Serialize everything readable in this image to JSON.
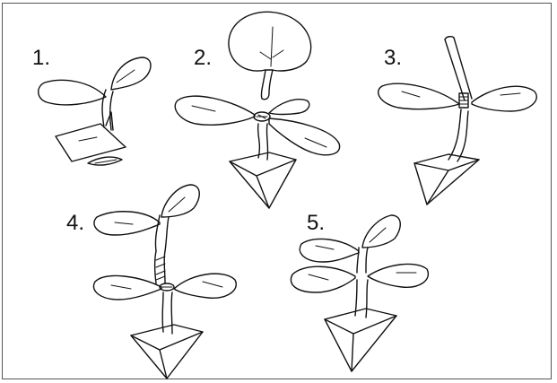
{
  "colors": {
    "ink": "#111111",
    "background": "#ffffff",
    "frame": "#555555"
  },
  "steps": [
    {
      "label": "1."
    },
    {
      "label": "2."
    },
    {
      "label": "3."
    },
    {
      "label": "4."
    },
    {
      "label": "5."
    }
  ]
}
